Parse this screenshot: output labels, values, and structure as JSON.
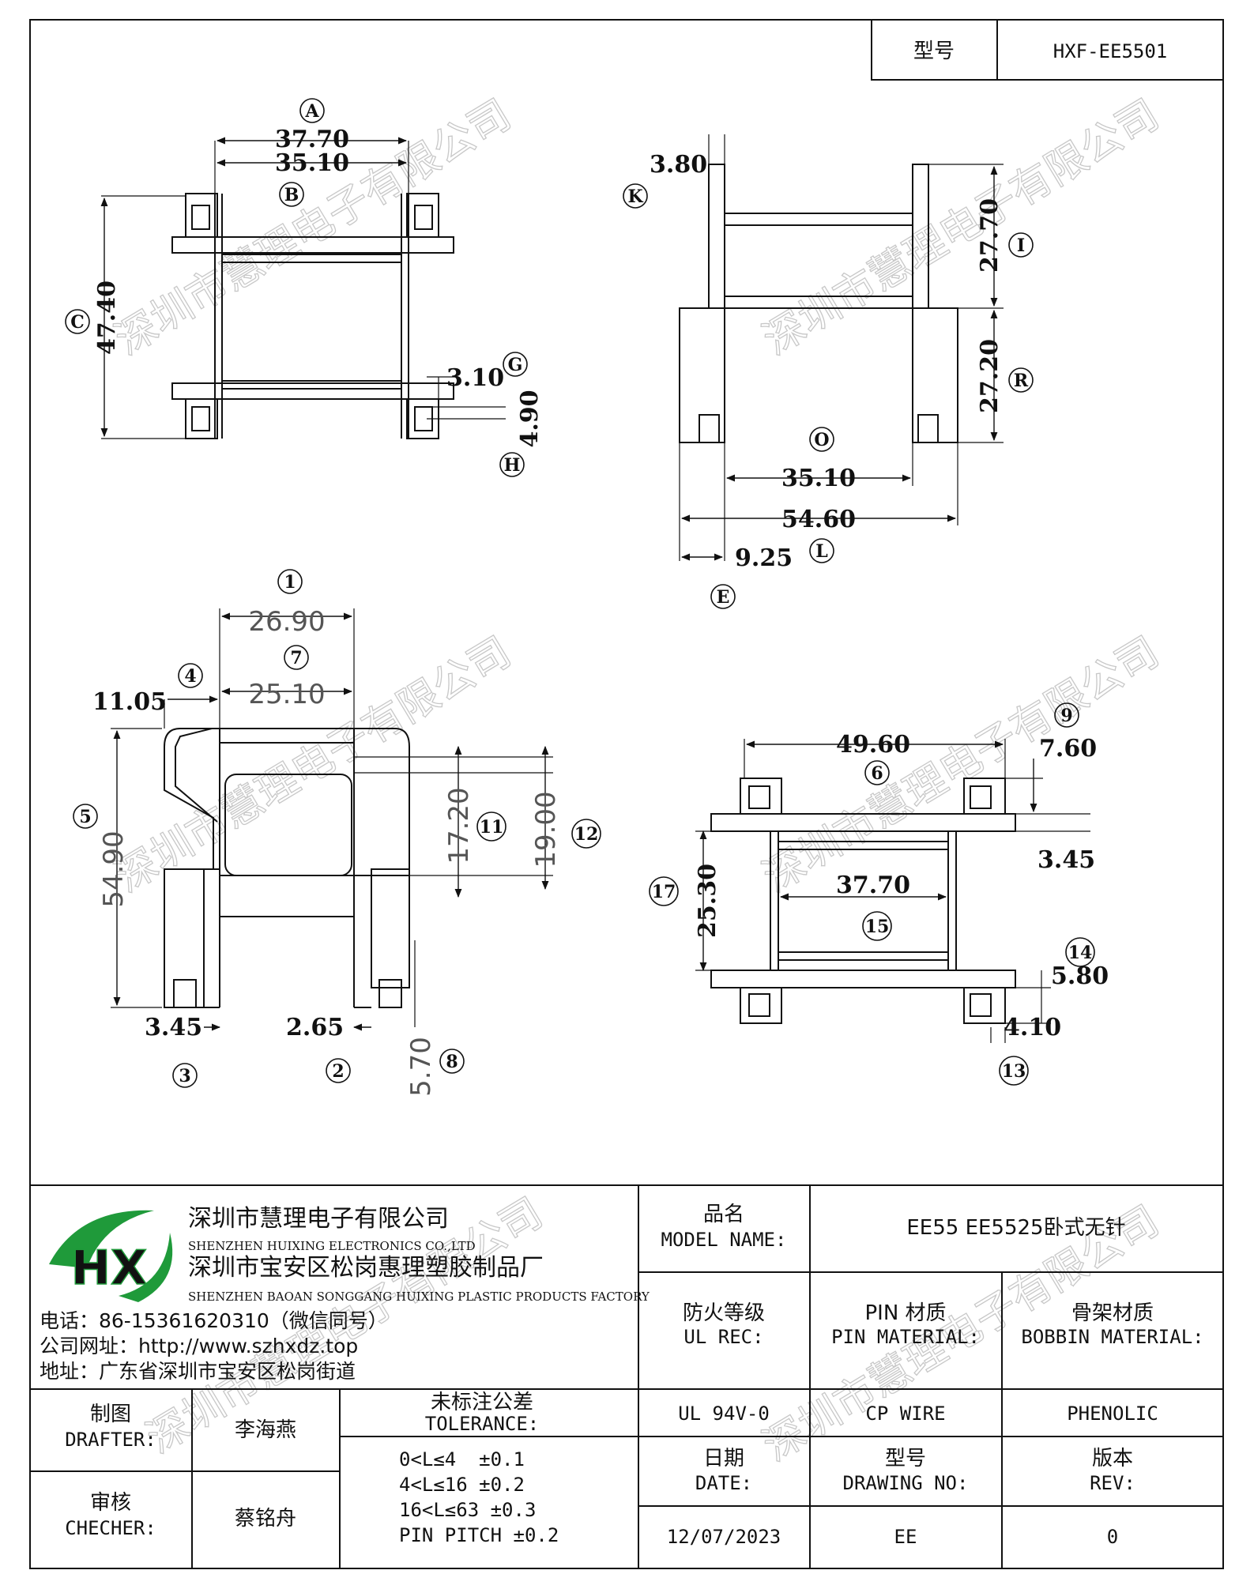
{
  "header": {
    "model_label": "型号",
    "model_value": "HXF-EE5501"
  },
  "watermark": "深圳市慧理电子有限公司",
  "views": {
    "top_left": {
      "dims": [
        "37.70",
        "35.10",
        "47.40",
        "3.10",
        "4.90"
      ],
      "labels": [
        "A",
        "B",
        "C",
        "G",
        "H"
      ]
    },
    "top_right": {
      "dims": [
        "3.80",
        "27.70",
        "27.20",
        "35.10",
        "54.60",
        "9.25"
      ],
      "labels": [
        "K",
        "I",
        "R",
        "O",
        "L",
        "E"
      ]
    },
    "bottom_left": {
      "dims": [
        "26.90",
        "25.10",
        "11.05",
        "54.90",
        "17.20",
        "19.00",
        "3.45",
        "2.65",
        "5.70"
      ],
      "labels": [
        "1",
        "7",
        "4",
        "5",
        "11",
        "12",
        "3",
        "2",
        "8"
      ]
    },
    "bottom_right": {
      "dims": [
        "49.60",
        "7.60",
        "3.45",
        "25.30",
        "37.70",
        "5.80",
        "4.10"
      ],
      "labels": [
        "9",
        "6",
        "17",
        "15",
        "14",
        "13"
      ]
    }
  },
  "company": {
    "name_cn": "深圳市慧理电子有限公司",
    "name_en": "SHENZHEN HUIXING ELECTRONICS CO.,LTD",
    "factory_cn": "深圳市宝安区松岗惠理塑胶制品厂",
    "factory_en": "SHENZHEN BAOAN SONGGANG HUIXING PLASTIC PRODUCTS FACTORY",
    "phone": "电话：86-15361620310（微信同号）",
    "website": "公司网址：http://www.szhxdz.top",
    "address": "地址：广东省深圳市宝安区松岗街道",
    "logo_text": "HX",
    "colors": {
      "green": "#1f9a3a",
      "yellow": "#e8c11c"
    }
  },
  "title_block": {
    "model_name_cn": "品名",
    "model_name_en": "MODEL NAME:",
    "model_name_value": "EE55 EE5525卧式无针",
    "ul_rec_cn": "防火等级",
    "ul_rec_en": "UL REC:",
    "pin_material_cn": "PIN 材质",
    "pin_material_en": "PIN MATERIAL:",
    "bobbin_material_cn": "骨架材质",
    "bobbin_material_en": "BOBBIN MATERIAL:",
    "ul_value": "UL 94V-0",
    "pin_value": "CP WIRE",
    "bobbin_value": "PHENOLIC",
    "drafter_cn": "制图",
    "drafter_en": "DRAFTER:",
    "drafter_name": "李海燕",
    "checker_cn": "审核",
    "checker_en": "CHECHER:",
    "checker_name": "蔡铭舟",
    "tolerance_cn": "未标注公差",
    "tolerance_en": "TOLERANCE:",
    "tolerances": [
      "0<L≤4  ±0.1",
      "4<L≤16 ±0.2",
      "16<L≤63 ±0.3",
      "PIN PITCH ±0.2"
    ],
    "date_cn": "日期",
    "date_en": "DATE:",
    "date_value": "12/07/2023",
    "drawing_no_cn": "型号",
    "drawing_no_en": "DRAWING NO:",
    "drawing_no_value": "EE",
    "rev_cn": "版本",
    "rev_en": "REV:",
    "rev_value": "0"
  }
}
